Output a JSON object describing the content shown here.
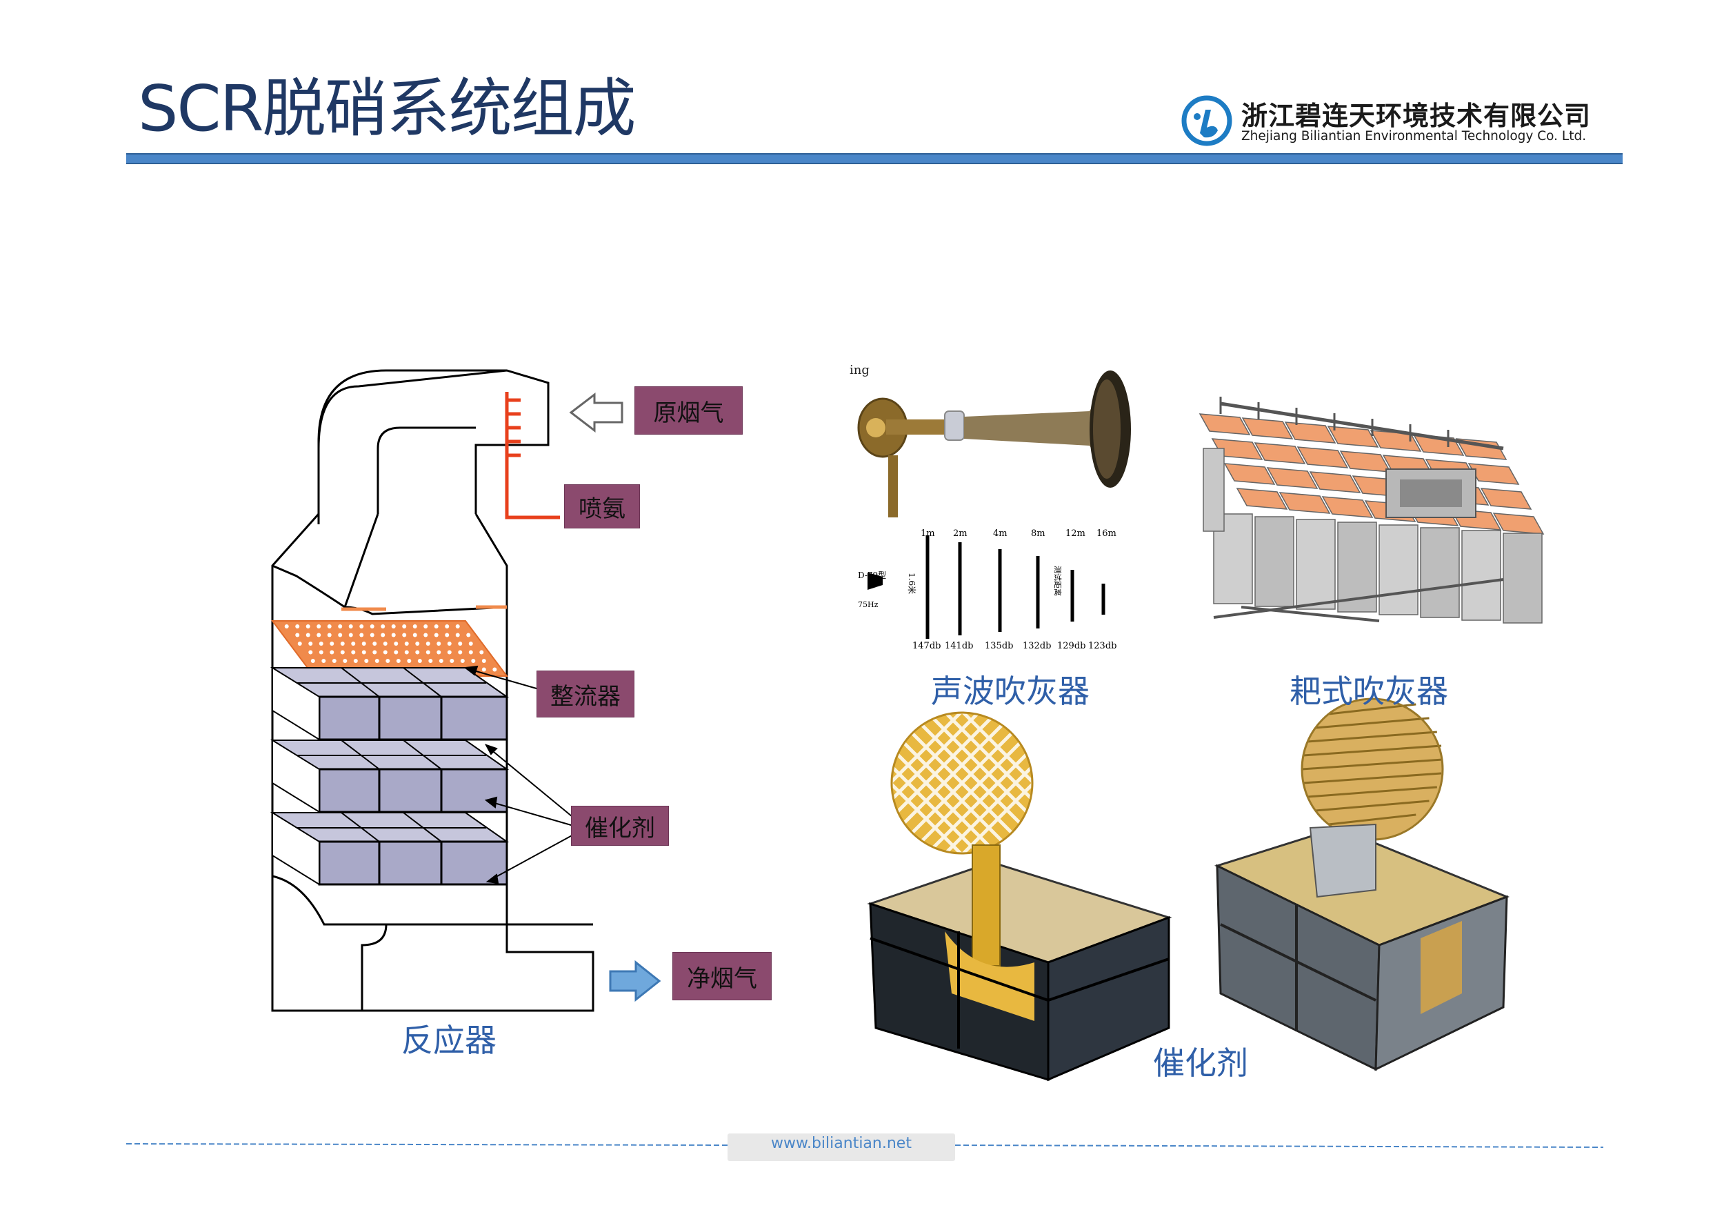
{
  "slide": {
    "title": "SCR脱硝系统组成",
    "footer_url": "www.biliantian.net"
  },
  "company": {
    "name_cn": "浙江碧连天环境技术有限公司",
    "name_en": "Zhejiang Biliantian Environmental Technology Co. Ltd."
  },
  "reactor": {
    "caption": "反应器",
    "labels": {
      "raw_flue_gas": "原烟气",
      "ammonia_injection": "喷氨",
      "flow_straightener": "整流器",
      "catalyst": "催化剂",
      "clean_flue_gas": "净烟气"
    }
  },
  "equipment": {
    "sonic_soot_blower": "声波吹灰器",
    "rake_soot_blower": "耙式吹灰器",
    "catalyst": "催化剂"
  },
  "sonic_chart": {
    "header_fragment": "ing",
    "model": "D-79型",
    "freq": "75Hz",
    "amplitude": "1.6米",
    "note": "测试距离",
    "distances": [
      "1m",
      "2m",
      "4m",
      "8m",
      "12m",
      "16m"
    ],
    "levels": [
      "147db",
      "141db",
      "135db",
      "132db",
      "129db",
      "123db"
    ]
  },
  "colors": {
    "title": "#1f3864",
    "accent_blue": "#4a86c8",
    "label_box": "#8b4a6e",
    "caption": "#2f5fa8",
    "injection_line": "#e8401c",
    "straightener": "#f08a4b",
    "catalyst_block": "#a9a9c8"
  }
}
